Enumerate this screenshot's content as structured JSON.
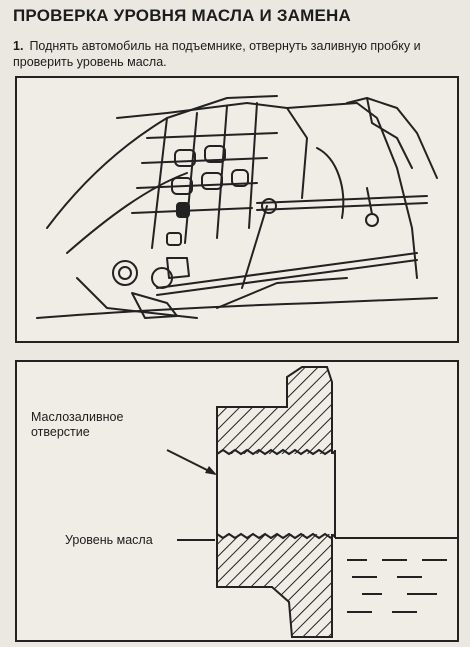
{
  "section": {
    "title": "ПРОВЕРКА УРОВНЯ МАСЛА И ЗАМЕНА"
  },
  "step": {
    "number": "1.",
    "text": "Поднять автомобиль на подъемнике, отвернуть заливную пробку и проверить уровень масла."
  },
  "figure_oil_level": {
    "filler_hole_label": "Маслозаливное отверстие",
    "oil_level_label": "Уровень масла"
  }
}
